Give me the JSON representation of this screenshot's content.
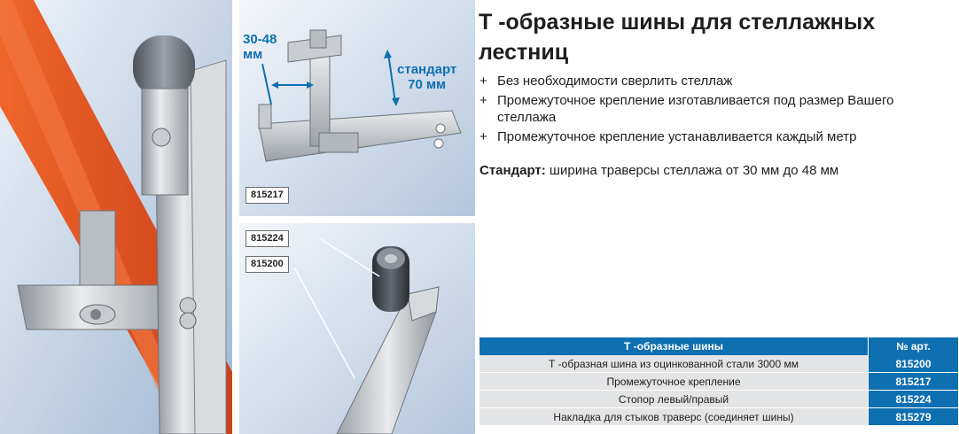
{
  "labels": {
    "photo_top_art": "815217",
    "photo_bottom_art_1": "815224",
    "photo_bottom_art_2": "815200",
    "dim_width": "30-48\nмм",
    "dim_height": "стандарт\n70 мм"
  },
  "title": "Т -образные шины для стеллажных лестниц",
  "features": [
    "Без необходимости сверлить стеллаж",
    "Промежуточное крепление изготавливается под размер Вашего стеллажа",
    "Промежуточное крепление устанавливается каждый метр"
  ],
  "bullet_symbol": "+",
  "standard": {
    "label": "Стандарт:",
    "text": " ширина траверсы стеллажа от 30 мм до 48 мм"
  },
  "table": {
    "headers": [
      "Т -образные шины",
      "№ арт."
    ],
    "rows": [
      {
        "name": "Т -образная шина из оцинкованной стали 3000 мм",
        "art": "815200"
      },
      {
        "name": "Промежуточное крепление",
        "art": "815217"
      },
      {
        "name": "Стопор левый/правый",
        "art": "815224"
      },
      {
        "name": "Накладка для стыков траверс (соединяет шины)",
        "art": "815279"
      }
    ]
  },
  "colors": {
    "accent_blue": "#0e6fb1",
    "row_gray": "#e3e4e5",
    "rack_orange": "#e8541e"
  }
}
